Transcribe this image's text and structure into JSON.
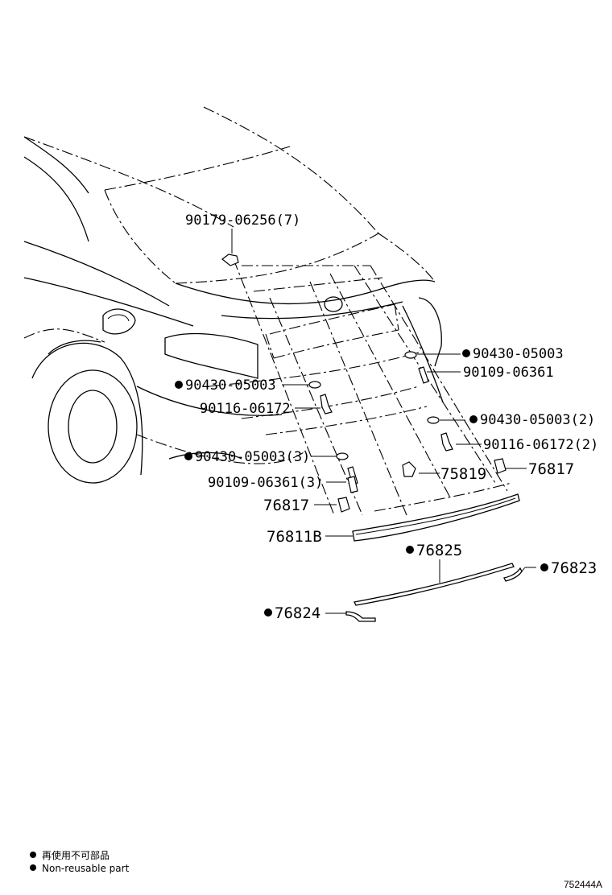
{
  "callouts": {
    "p90179": "90179-06256(7)",
    "p90430_r1": "90430-05003",
    "p90109_r": "90109-06361",
    "p90430_l1": "90430-05003",
    "p90116_l": "90116-06172",
    "p90430_r2": "90430-05003(2)",
    "p90116_r": "90116-06172(2)",
    "p90430_l2": "90430-05003(3)",
    "p75819": "75819",
    "p76817_r": "76817",
    "p90109_l": "90109-06361(3)",
    "p76817_l": "76817",
    "p76811B": "76811B",
    "p76825": "76825",
    "p76823": "76823",
    "p76824": "76824"
  },
  "legend": {
    "line1": "再使用不可部品",
    "line2": "Non-reusable part"
  },
  "figure_id": "752444A"
}
